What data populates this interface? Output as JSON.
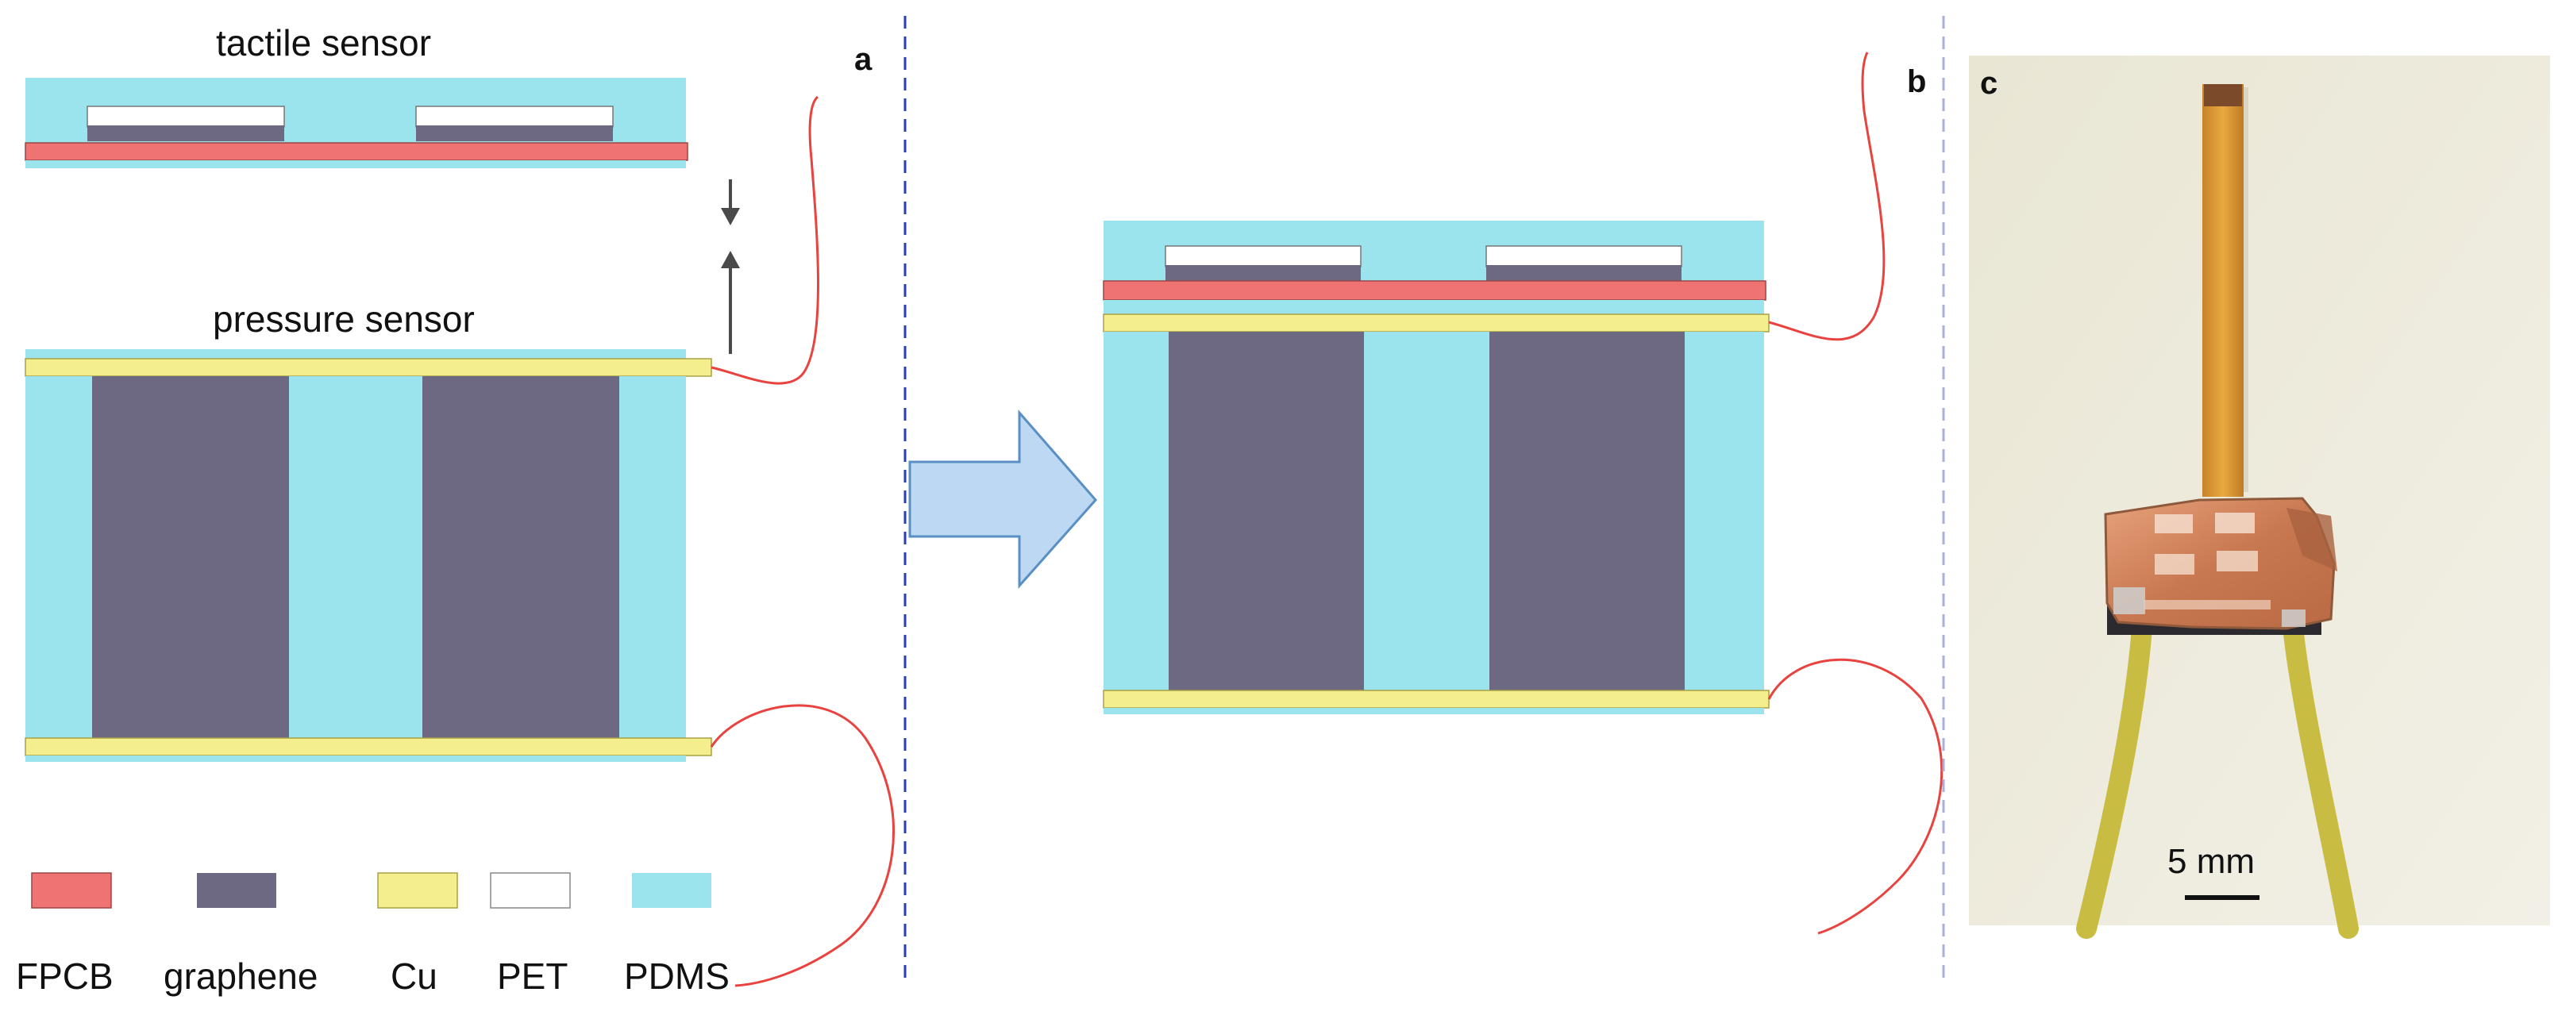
{
  "panel_labels": {
    "a": "a",
    "b": "b",
    "c": "c"
  },
  "labels": {
    "tactile_sensor": "tactile sensor",
    "pressure_sensor": "pressure sensor",
    "scale_bar": "5 mm"
  },
  "legend": [
    {
      "key": "fpcb",
      "label": "FPCB",
      "color": "#f07373"
    },
    {
      "key": "graphene",
      "label": "graphene",
      "color": "#6e6982"
    },
    {
      "key": "cu",
      "label": "Cu",
      "color": "#f5ee8c"
    },
    {
      "key": "pet",
      "label": "PET",
      "color": "#ffffff"
    },
    {
      "key": "pdms",
      "label": "PDMS",
      "color": "#9be4ee"
    }
  ],
  "colors": {
    "fpcb": "#f07373",
    "graphene": "#6e6982",
    "cu": "#f5ee8c",
    "pet": "#ffffff",
    "pdms": "#9be4ee",
    "wire": "#e8433f",
    "divider_a": "#2a3fb5",
    "divider_b": "#a9b0dd",
    "arrow_fill": "#bcd8f2",
    "arrow_stroke": "#5a8fc4",
    "photo_bg": "#ece9da",
    "fpc_ribbon": "#e0a13a",
    "copper": "#d48a64",
    "yellow_wire": "#d2c64a"
  }
}
